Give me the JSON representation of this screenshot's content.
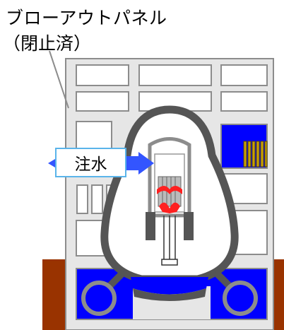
{
  "labels": {
    "title": "ブローアウトパネル",
    "subtitle": "（閉止済）",
    "injection": "注水"
  },
  "colors": {
    "building_fill": "#e6e6e6",
    "building_line": "#8c8c8c",
    "containment": "#555555",
    "water": "#0000ff",
    "ground": "#993300",
    "fuel": "#c8a000",
    "injection_arrow": "#3355ff",
    "callout_border": "#5ab4ea",
    "red": "#ff2020"
  }
}
